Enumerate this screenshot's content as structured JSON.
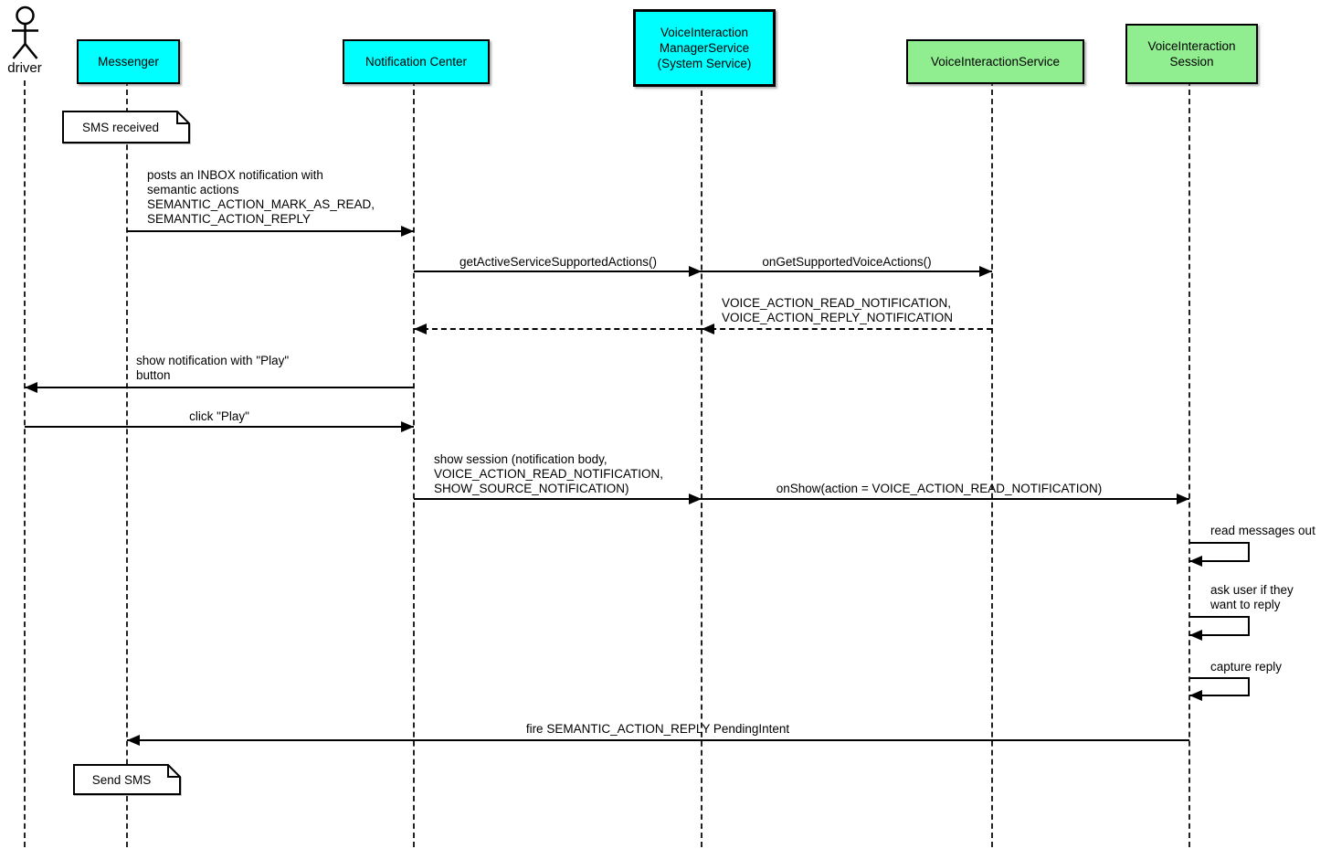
{
  "actor": {
    "label": "driver"
  },
  "participants": {
    "messenger": {
      "label": "Messenger",
      "color": "#00ffff"
    },
    "notification_center": {
      "label": "Notification Center",
      "color": "#00ffff"
    },
    "manager_service": {
      "label": "VoiceInteraction\nManagerService\n(System Service)",
      "color": "#00ffff"
    },
    "voice_interaction_service": {
      "label": "VoiceInteractionService",
      "color": "#90ee90"
    },
    "voice_interaction_session": {
      "label": "VoiceInteraction\nSession",
      "color": "#90ee90"
    }
  },
  "notes": {
    "sms_received": {
      "text": "SMS received"
    },
    "send_sms": {
      "text": "Send SMS"
    }
  },
  "messages": {
    "post_inbox": {
      "text": "posts an INBOX notification with\nsemantic actions\nSEMANTIC_ACTION_MARK_AS_READ,\nSEMANTIC_ACTION_REPLY",
      "from": "Messenger",
      "to": "Notification Center"
    },
    "get_active": {
      "text": "getActiveServiceSupportedActions()",
      "from": "Notification Center",
      "to": "VoiceInteraction ManagerService"
    },
    "on_get_supported": {
      "text": "onGetSupportedVoiceActions()",
      "from": "VoiceInteraction ManagerService",
      "to": "VoiceInteractionService"
    },
    "voice_actions_return": {
      "text": "VOICE_ACTION_READ_NOTIFICATION,\nVOICE_ACTION_REPLY_NOTIFICATION",
      "from": "VoiceInteractionService",
      "to": "Notification Center"
    },
    "show_notification": {
      "text": "show notification with \"Play\"\nbutton",
      "from": "Notification Center",
      "to": "driver"
    },
    "click_play": {
      "text": "click \"Play\"",
      "from": "driver",
      "to": "Notification Center"
    },
    "show_session": {
      "text": "show session (notification body,\nVOICE_ACTION_READ_NOTIFICATION,\nSHOW_SOURCE_NOTIFICATION)",
      "from": "Notification Center",
      "to": "VoiceInteraction ManagerService"
    },
    "on_show": {
      "text": "onShow(action = VOICE_ACTION_READ_NOTIFICATION)",
      "from": "VoiceInteraction ManagerService",
      "to": "VoiceInteraction Session"
    },
    "read_messages": {
      "text": "read messages out",
      "self": true
    },
    "ask_user": {
      "text": "ask user if they\nwant to reply",
      "self": true
    },
    "capture_reply": {
      "text": "capture reply",
      "self": true
    },
    "fire_reply": {
      "text": "fire SEMANTIC_ACTION_REPLY PendingIntent",
      "from": "VoiceInteraction Session",
      "to": "Messenger"
    }
  },
  "colors": {
    "participant_cyan": "#00ffff",
    "participant_green": "#90ee90",
    "line": "#000000",
    "note_bg": "#ffffff",
    "background": "#ffffff"
  }
}
